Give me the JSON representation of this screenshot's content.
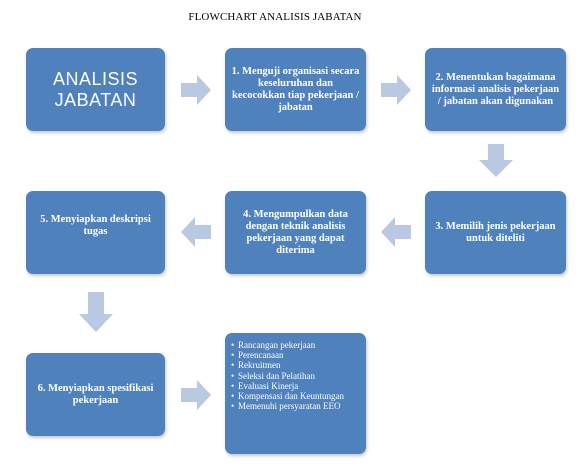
{
  "title": "FLOWCHART ANALISIS JABATAN",
  "colors": {
    "box": "#4f81bd",
    "arrow": "#b9c9e2",
    "text": "#ffffff"
  },
  "boxes": {
    "analisis": "ANALISIS JABATAN",
    "step1": "1. Menguji organisasi secara keseluruhan dan kecocokkan tiap pekerjaan / jabatan",
    "step2": "2. Menentukan bagaimana  informasi analisis pekerjaan / jabatan  akan digunakan",
    "step3": "3. Memilih jenis pekerjaan untuk diteliti",
    "step4": "4. Mengumpulkan  data dengan teknik analisis pekerjaan yang dapat diterima",
    "step5": "5. Menyiapkan deskripsi tugas",
    "step6": "6. Menyiapkan spesifikasi pekerjaan"
  },
  "uses": [
    "Rancangan pekerjaan",
    "Perencanaan",
    "Rekruitmen",
    "Seleksi dan Pelatihan",
    "Evaluasi Kinerja",
    "Kompensasi dan Keuntungan",
    "Memenuhi persyaratan EEO"
  ]
}
